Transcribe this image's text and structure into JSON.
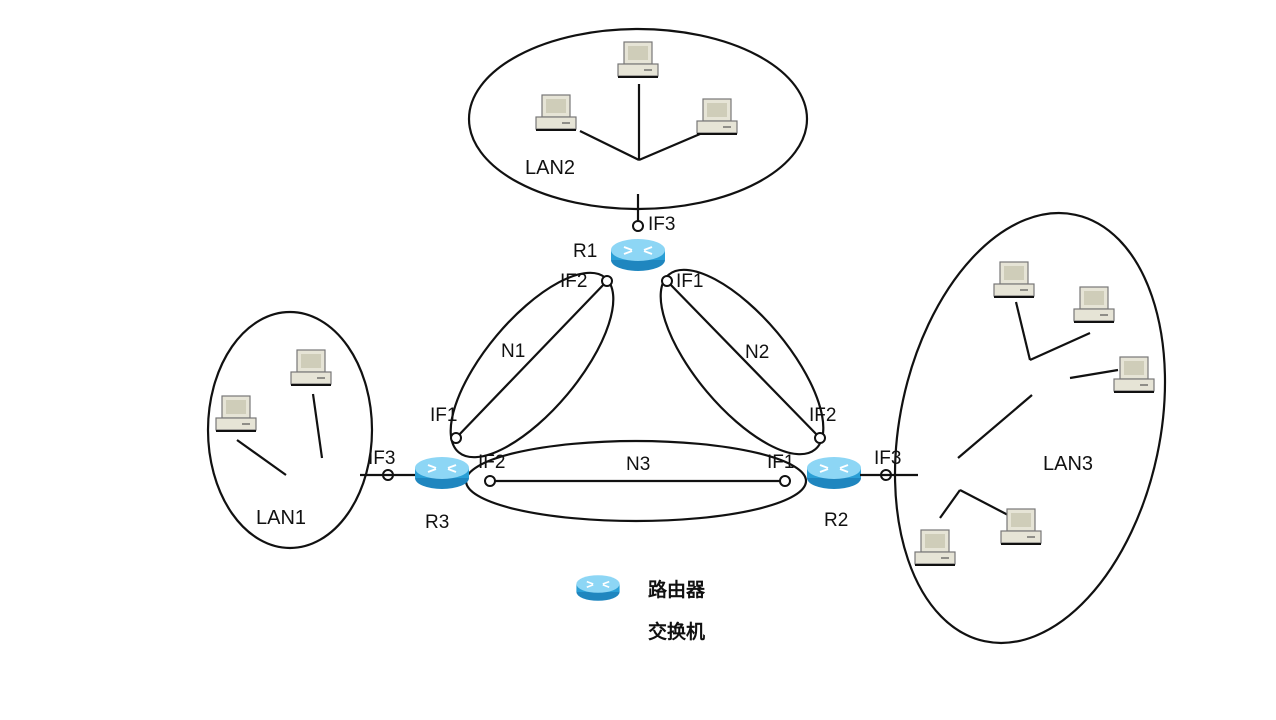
{
  "networks": {
    "lan1": "LAN1",
    "lan2": "LAN2",
    "lan3": "LAN3",
    "n1": "N1",
    "n2": "N2",
    "n3": "N3"
  },
  "routers": {
    "r1": {
      "name": "R1",
      "if1": "IF1",
      "if2": "IF2",
      "if3": "IF3"
    },
    "r2": {
      "name": "R2",
      "if1": "IF1",
      "if2": "IF2",
      "if3": "IF3"
    },
    "r3": {
      "name": "R3",
      "if1": "IF1",
      "if2": "IF2",
      "if3": "IF3"
    }
  },
  "legend": {
    "router": "路由器",
    "switch": "交换机"
  },
  "colors": {
    "router_fill": "#2a9fd6",
    "router_top": "#7fd0f2",
    "computer_fill": "#e6e4d6",
    "line": "#111111"
  },
  "icons": {
    "router": "router-icon",
    "computer": "computer-icon"
  }
}
